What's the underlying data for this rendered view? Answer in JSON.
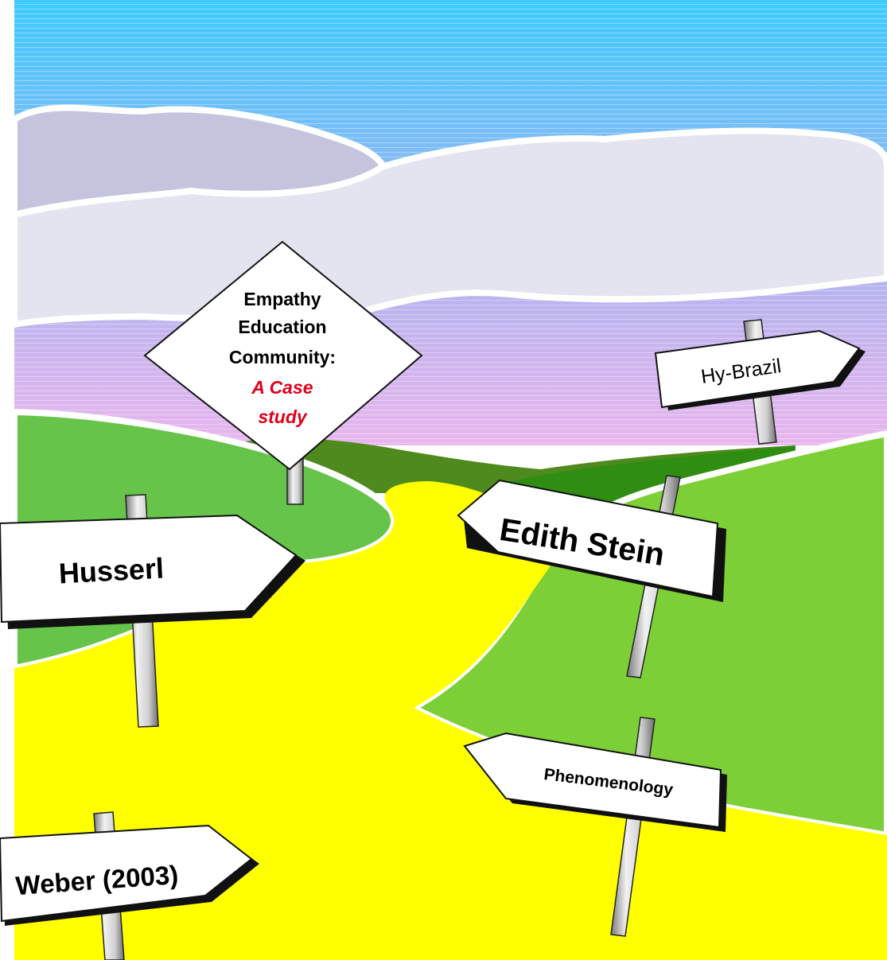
{
  "colors": {
    "sky_top": "#3ccaff",
    "sky_mid": "#a9b4ef",
    "sky_bottom": "#e9b6ee",
    "cloud_dark": "#c4c4de",
    "cloud_light": "#e4e4f0",
    "hill_left": "#66c44a",
    "hill_right": "#7ccf36",
    "hill_far": "#4f8a1e",
    "road": "#ffff00",
    "sign_fill": "#ffffff",
    "accent_red": "#e0001b"
  },
  "signs": {
    "diamond": {
      "line1": "Empathy",
      "line2": "Education",
      "line3": "Community:",
      "line4": "A Case",
      "line5": "study"
    },
    "hy_brazil": "Hy-Brazil",
    "husserl": "Husserl",
    "edith_stein": "Edith Stein",
    "phenomenology": "Phenomenology",
    "weber": "Weber (2003)"
  }
}
